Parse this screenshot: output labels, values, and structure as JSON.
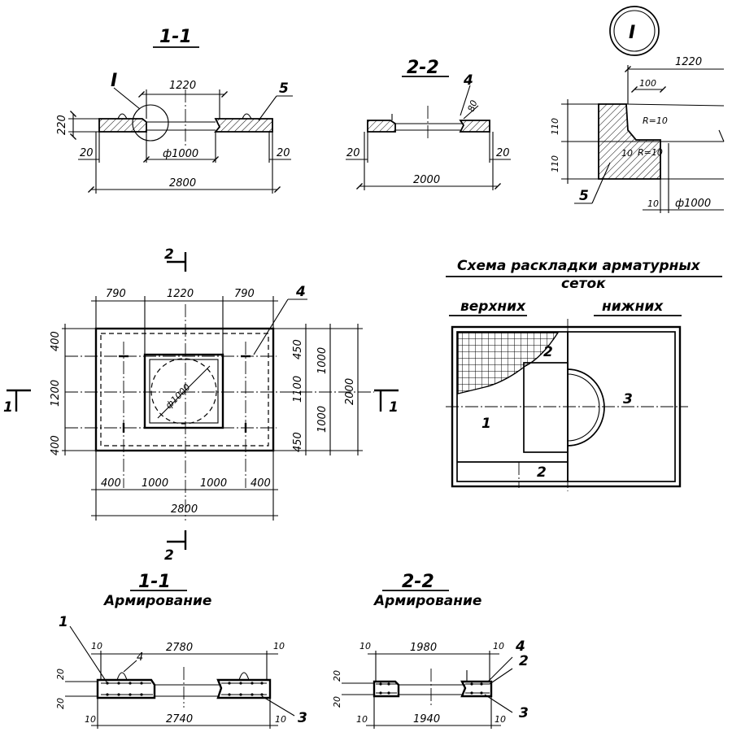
{
  "section_1_1": {
    "title": "1-1",
    "mark_node": "I",
    "top_dim": "1220",
    "height": "220",
    "opening": "ф1000",
    "left_gap": "20",
    "right_gap": "20",
    "length": "2800",
    "callout_5": "5"
  },
  "section_2_2": {
    "title": "2-2",
    "callout_4": "4",
    "slot": "80",
    "left_gap": "20",
    "right_gap": "20",
    "length": "2000"
  },
  "node_detail": {
    "label": "I",
    "top": "1220",
    "inner": "100",
    "h_upper": "110",
    "h_lower": "110",
    "radius_upper": "R=10",
    "radius_lower": "R=10",
    "chamfer": "10",
    "bottom_gap": "10",
    "opening": "ф1000",
    "callout_5": "5"
  },
  "plan": {
    "section_mark_top": "2",
    "section_mark_bottom": "2",
    "section_mark_left": "1",
    "section_mark_right": "1",
    "top_left": "790",
    "top_mid": "1220",
    "top_right": "790",
    "callout_4": "4",
    "left_top": "400",
    "left_mid": "1200",
    "left_bottom": "400",
    "right_1": "450",
    "right_2": "1100",
    "right_3": "450",
    "right_4": "1000",
    "right_5": "1000",
    "right_total": "2000",
    "opening": "ф1000",
    "bottom_1": "400",
    "bottom_2": "1000",
    "bottom_3": "1000",
    "bottom_4": "400",
    "bottom_total": "2800"
  },
  "mesh_scheme": {
    "title_line1": "Схема раскладки арматурных",
    "title_line2": "сеток",
    "upper": "верхних",
    "lower": "нижних",
    "mark_1": "1",
    "mark_2a": "2",
    "mark_2b": "2",
    "mark_3": "3"
  },
  "rebar_1_1": {
    "title": "1-1",
    "subtitle": "Армирование",
    "callout_1": "1",
    "callout_4": "4",
    "callout_3": "3",
    "top_left": "10",
    "top_len": "2780",
    "top_right": "10",
    "h1": "20",
    "h2": "20",
    "bottom_left": "10",
    "bottom_len": "2740",
    "bottom_right": "10"
  },
  "rebar_2_2": {
    "title": "2-2",
    "subtitle": "Армирование",
    "callout_4": "4",
    "callout_2": "2",
    "callout_3": "3",
    "top_left": "10",
    "top_len": "1980",
    "top_right": "10",
    "h1": "20",
    "h2": "20",
    "bottom_left": "10",
    "bottom_len": "1940",
    "bottom_right": "10"
  }
}
